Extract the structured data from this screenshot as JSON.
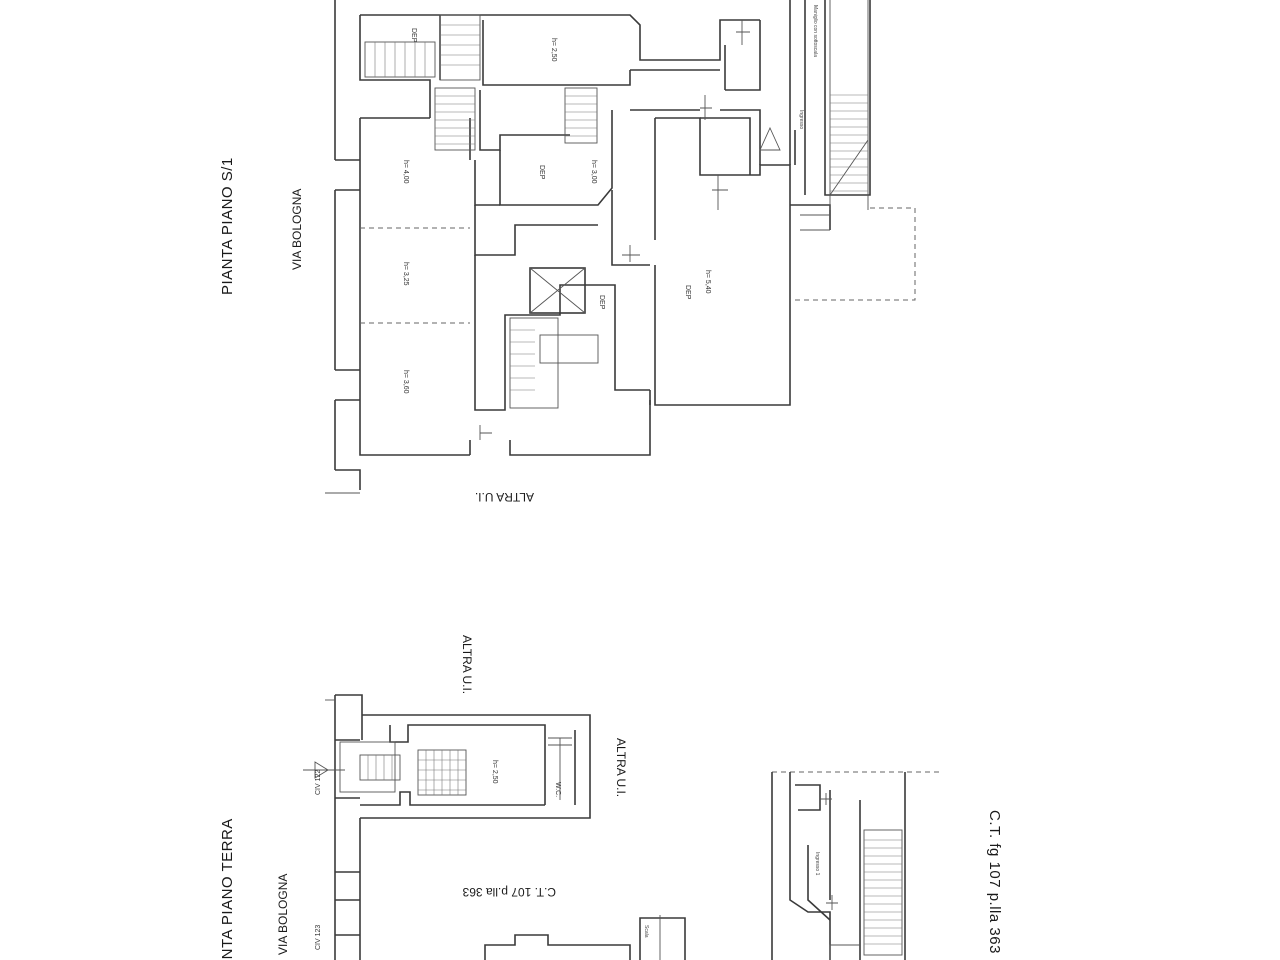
{
  "top_plan": {
    "title": "PIANTA PIANO S/1",
    "street": "VIA BOLOGNA",
    "bottom_label": "ALTRA U.I.",
    "rooms": {
      "dep_a": "DEP",
      "dep_b": "DEP",
      "dep_c": "DEP",
      "dep_d": "DEP",
      "h_top": "h= 2,50",
      "h_a": "h= 4,00",
      "h_b": "h= 3,00",
      "h_c": "h= 3,25",
      "h_d": "h= 3,60",
      "h_e": "h= 5,40",
      "ingresso": "Ingresso",
      "note": "Maniglio con sottoscala"
    }
  },
  "bottom_plan": {
    "title": "PIANTA PIANO TERRA",
    "street": "VIA BOLOGNA",
    "altra_top": "ALTRA U.I.",
    "altra_right": "ALTRA U.I.",
    "civ_a": "CIV 122",
    "civ_b": "CIV 123",
    "ct_label": "C.T. 107 p.lla 363",
    "ct_label_2": "C.T. fg 107 p.lla 363",
    "wc": "W.C.",
    "h_small": "h= 2,50",
    "ingresso": "Ingresso 1",
    "scale": "Scala"
  }
}
